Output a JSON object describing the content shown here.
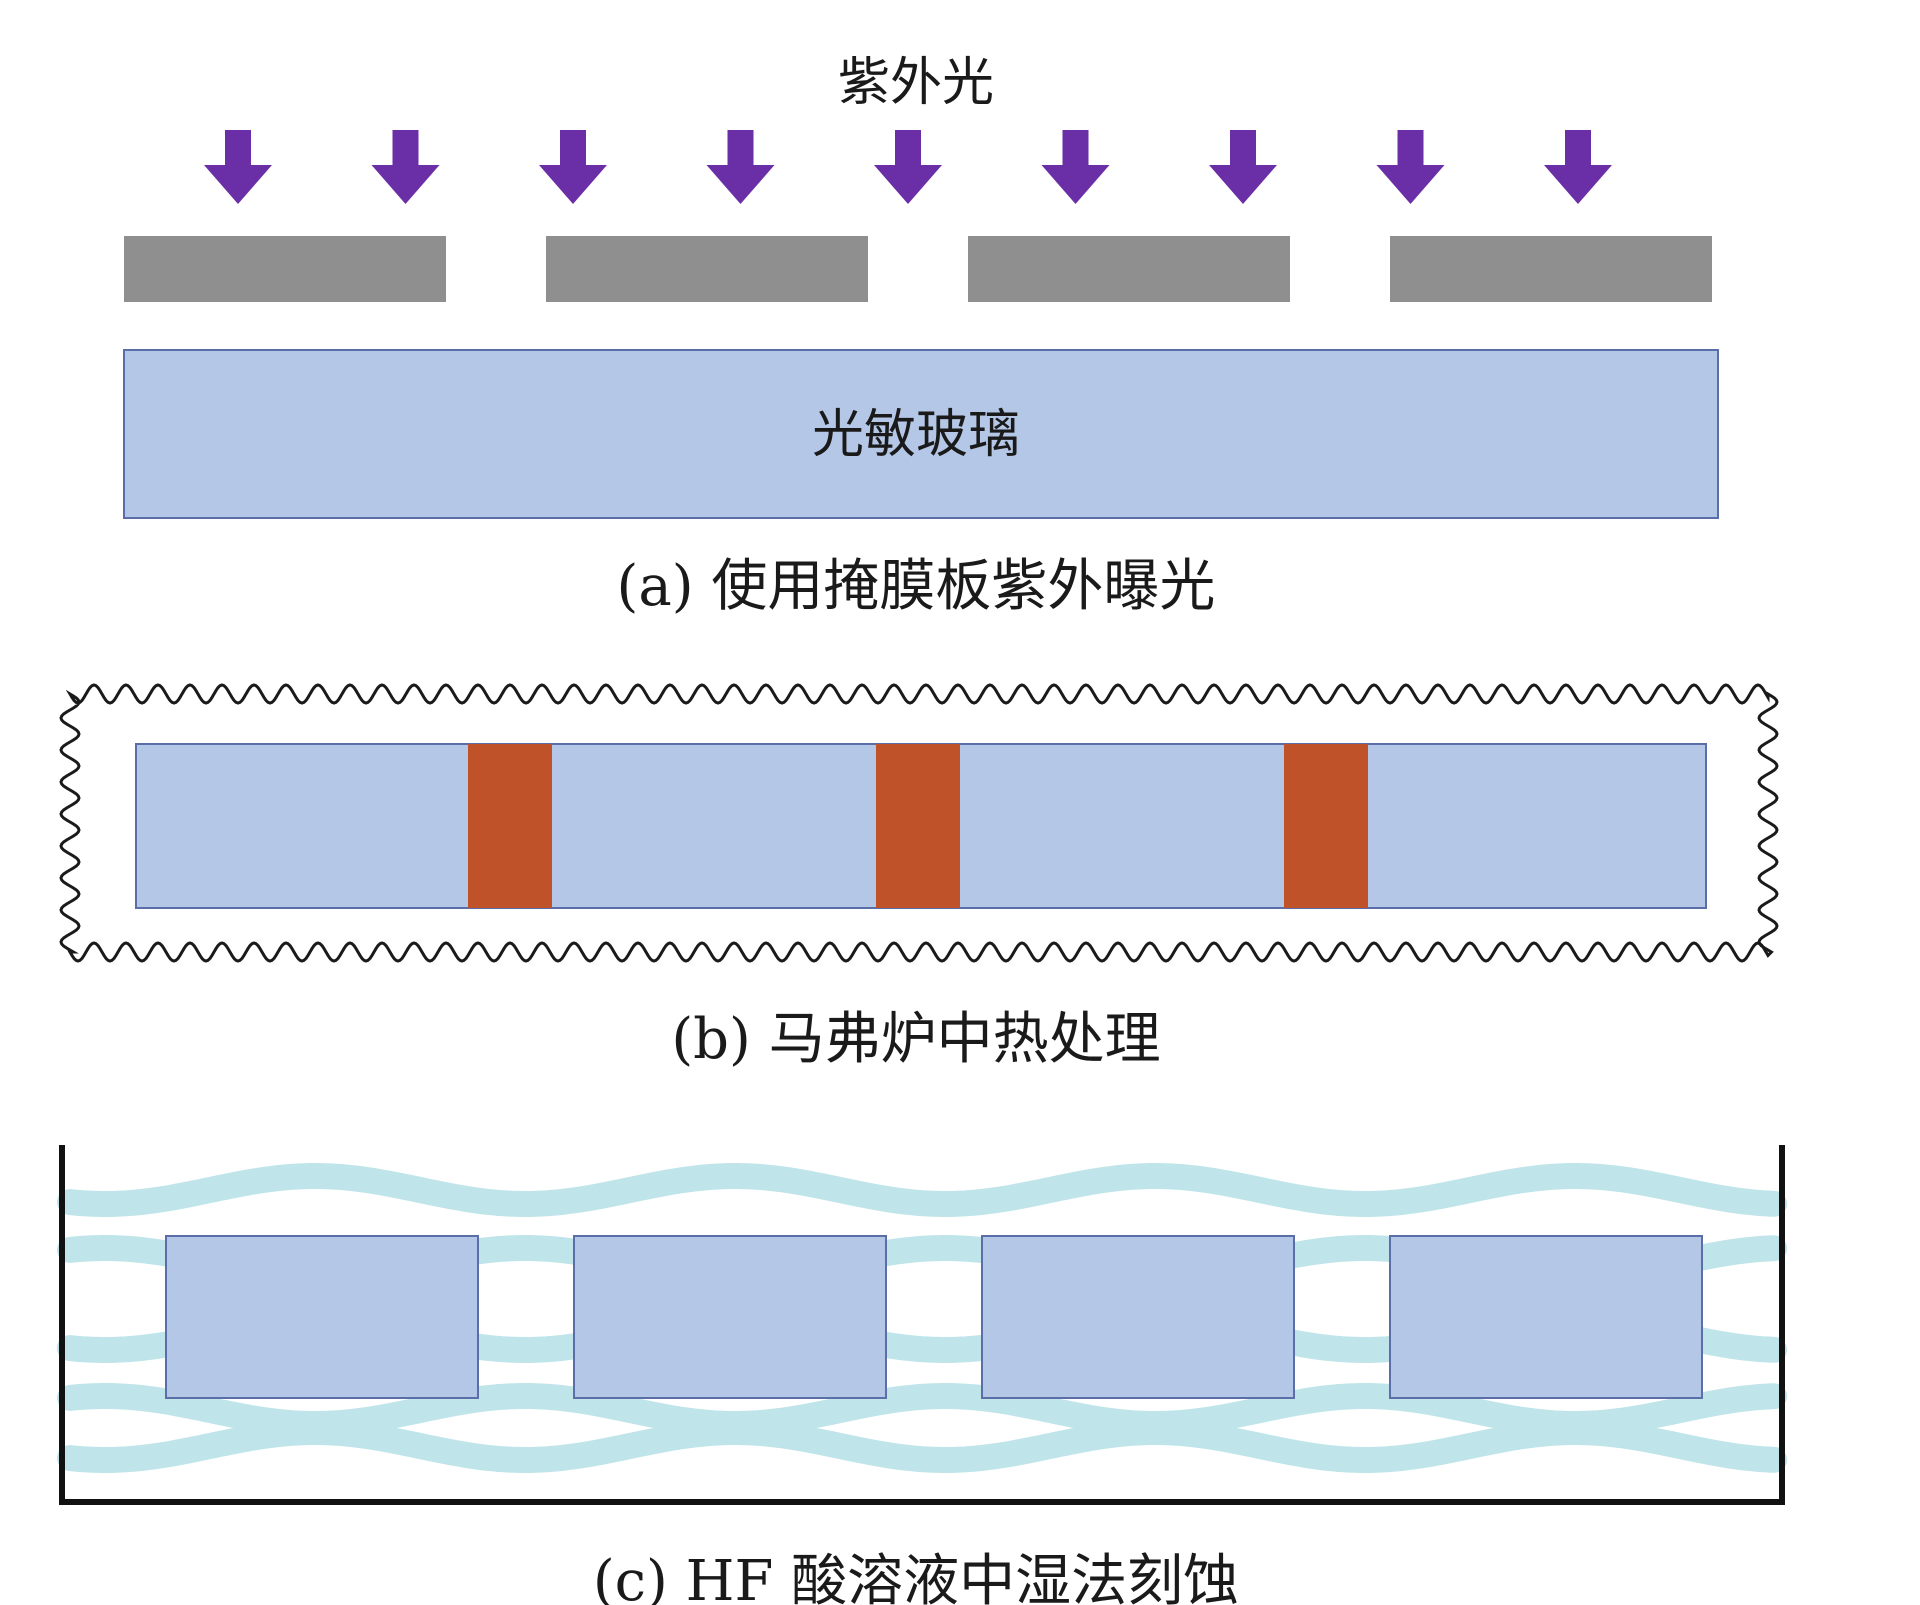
{
  "panel_a": {
    "uv_label": "紫外光",
    "glass_label": "光敏玻璃",
    "caption": "(a) 使用掩膜板紫外曝光",
    "arrow_count": 9,
    "mask_count": 4,
    "colors": {
      "arrow": "#6a2ea6",
      "mask": "#8f8f8f",
      "glass": "#b4c7e7",
      "glass_stroke": "#5a6fa8"
    }
  },
  "panel_b": {
    "caption": "(b) 马弗炉中热处理",
    "exposed_region_count": 3,
    "colors": {
      "glass": "#b4c7e7",
      "exposed": "#c0522a",
      "furnace": "#1a1a1a"
    }
  },
  "panel_c": {
    "caption": "(c) HF 酸溶液中湿法刻蚀",
    "block_count": 4,
    "colors": {
      "glass": "#b4c7e7",
      "solution": "#bfe5ea",
      "tank": "#111111"
    }
  }
}
